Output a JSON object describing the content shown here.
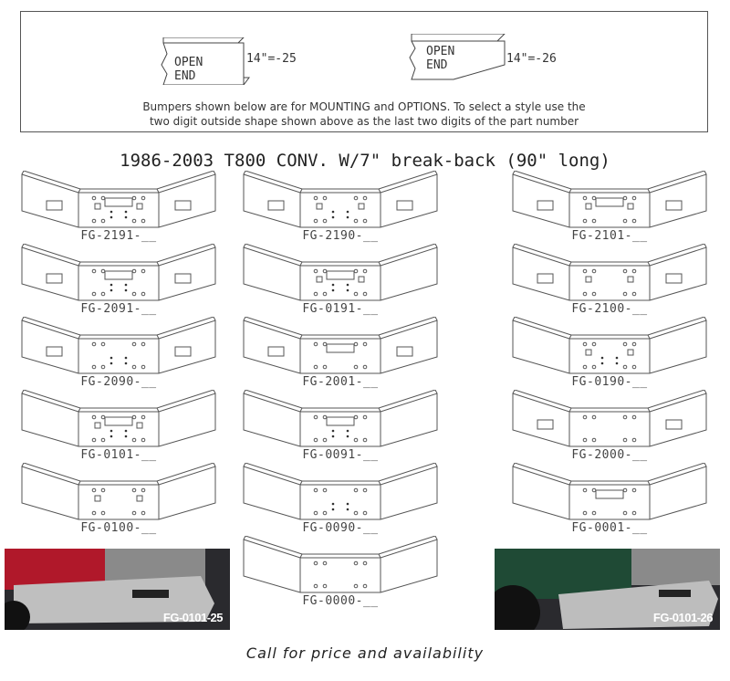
{
  "legend": {
    "end_25": {
      "label": "OPEN END",
      "dim": "14\"=-25"
    },
    "end_26": {
      "label": "OPEN END",
      "dim": "14\"=-26"
    },
    "note_line1": "Bumpers shown below are for MOUNTING and OPTIONS. To select a style use the",
    "note_line2": "two digit outside shape shown above as the last two digits of the part number"
  },
  "title": "1986-2003 T800 CONV. W/7\" break-back (90\" long)",
  "columns": [
    [
      {
        "part": "FG-2191-__",
        "side": true,
        "squares": true,
        "slot": true,
        "dots": true
      },
      {
        "part": "FG-2091-__",
        "side": true,
        "squares": false,
        "slot": true,
        "dots": true
      },
      {
        "part": "FG-2090-__",
        "side": true,
        "squares": false,
        "slot": false,
        "dots": true
      },
      {
        "part": "FG-0101-__",
        "side": false,
        "squares": true,
        "slot": true,
        "dots": true
      },
      {
        "part": "FG-0100-__",
        "side": false,
        "squares": true,
        "slot": false,
        "dots": false
      }
    ],
    [
      {
        "part": "FG-2190-__",
        "side": true,
        "squares": true,
        "slot": false,
        "dots": true
      },
      {
        "part": "FG-0191-__",
        "side": false,
        "squares": true,
        "slot": true,
        "dots": true
      },
      {
        "part": "FG-2001-__",
        "side": true,
        "squares": false,
        "slot": true,
        "dots": false
      },
      {
        "part": "FG-0091-__",
        "side": false,
        "squares": false,
        "slot": true,
        "dots": true
      },
      {
        "part": "FG-0090-__",
        "side": false,
        "squares": false,
        "slot": false,
        "dots": true
      },
      {
        "part": "FG-0000-__",
        "side": false,
        "squares": false,
        "slot": false,
        "dots": false
      }
    ],
    [
      {
        "part": "FG-2101-__",
        "side": true,
        "squares": true,
        "slot": true,
        "dots": false
      },
      {
        "part": "FG-2100-__",
        "side": true,
        "squares": true,
        "slot": false,
        "dots": false
      },
      {
        "part": "FG-0190-__",
        "side": false,
        "squares": true,
        "slot": false,
        "dots": true
      },
      {
        "part": "FG-2000-__",
        "side": true,
        "squares": false,
        "slot": false,
        "dots": false
      },
      {
        "part": "FG-0001-__",
        "side": false,
        "squares": false,
        "slot": true,
        "dots": false
      }
    ]
  ],
  "photos": [
    {
      "caption": "FG-0101-25",
      "truck_color": "#b0182a"
    },
    {
      "caption": "FG-0101-26",
      "truck_color": "#1f4a35"
    }
  ],
  "footer": "Call for price and availability"
}
